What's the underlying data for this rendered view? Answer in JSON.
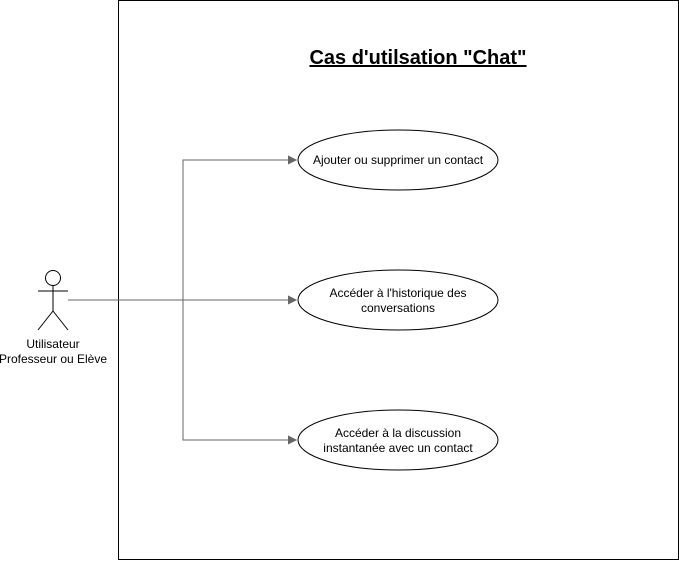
{
  "diagram": {
    "title": "Cas d'utilsation \"Chat\"",
    "actor": {
      "line1": "Utilisateur",
      "line2": "Professeur ou Elève"
    },
    "use_cases": [
      {
        "lines": [
          "Ajouter ou supprimer un contact"
        ]
      },
      {
        "lines": [
          "Accéder à l'historique des",
          "conversations"
        ]
      },
      {
        "lines": [
          "Accéder à la discussion",
          "instantanée avec un contact"
        ]
      }
    ],
    "colors": {
      "connector": "#666666",
      "stroke": "#000000",
      "background": "#ffffff"
    }
  }
}
